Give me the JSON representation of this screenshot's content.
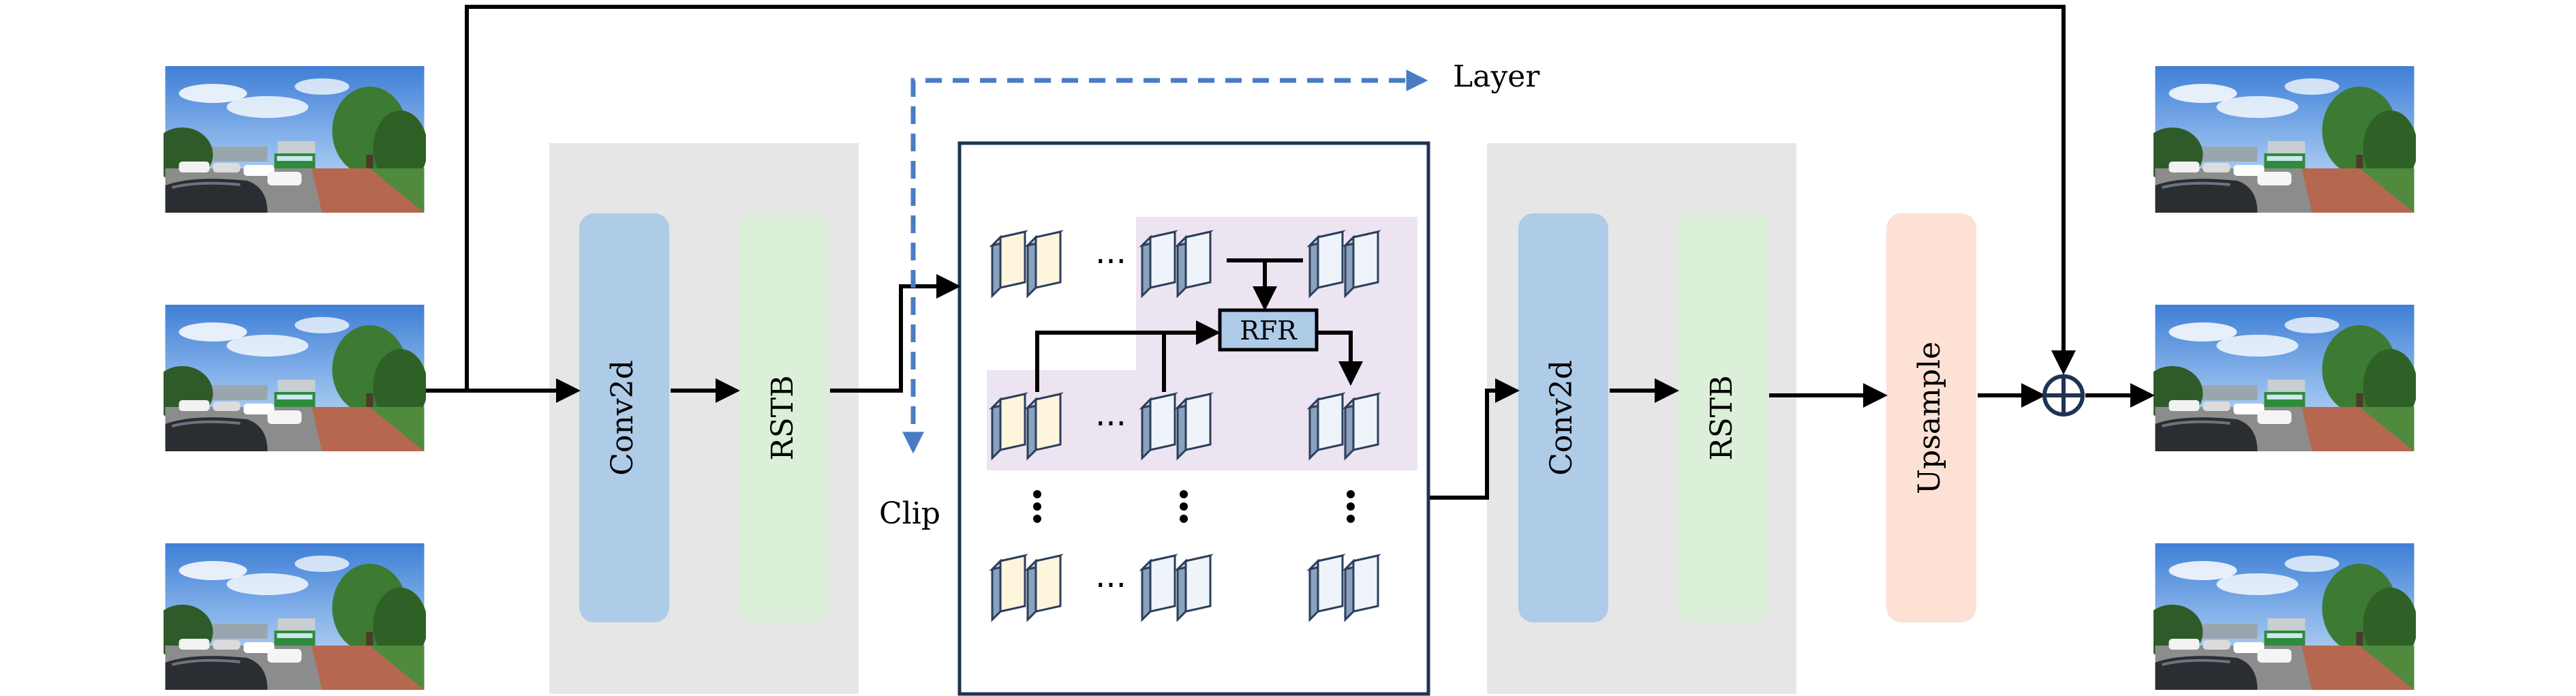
{
  "diagram": {
    "blocks": {
      "conv2d_1": "Conv2d",
      "rstb_1": "RSTB",
      "conv2d_2": "Conv2d",
      "rstb_2": "RSTB",
      "upsample": "Upsample",
      "rfr": "RFR"
    },
    "annotations": {
      "layer": "Layer",
      "clip": "Clip"
    },
    "colors": {
      "conv_fill": "#aecbe8",
      "rstb_fill": "#dcefd8",
      "upsample_fill": "#fde1d5",
      "stage_bg": "#e6e6e6",
      "frame_border": "#1f3454",
      "feature_front": "#fdf5dc",
      "feature_back": "#e3eef7",
      "feature_edge": "#2b3f5c",
      "highlight_region": "#ece4f0",
      "rfr_fill": "#aecbe8",
      "dashed_arrow": "#4a7cc4",
      "arrow": "#000000"
    }
  }
}
